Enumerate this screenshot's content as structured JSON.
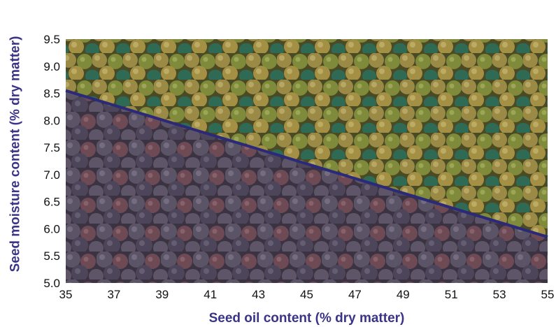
{
  "chart_data": {
    "type": "line",
    "title": "",
    "xlabel": "Seed oil content (% dry matter)",
    "ylabel": "Seed moisture content (% dry matter)",
    "xlim": [
      35,
      55
    ],
    "ylim": [
      5.0,
      9.5
    ],
    "x_ticks": [
      "35",
      "37",
      "39",
      "41",
      "43",
      "45",
      "47",
      "49",
      "51",
      "53",
      "55"
    ],
    "y_ticks": [
      "5.0",
      "5.5",
      "6.0",
      "6.5",
      "7.0",
      "7.5",
      "8.0",
      "8.5",
      "9.0",
      "9.5"
    ],
    "grid": false,
    "legend": "none",
    "background": "photograph of oilseeds: dark purple seeds below the line, green and olive seeds above it",
    "series": [
      {
        "x": [
          35,
          55
        ],
        "y": [
          8.55,
          5.85
        ]
      }
    ],
    "colors": {
      "line": "#2b2a7a",
      "axis_title": "#3a3387",
      "tick_label": "#111111"
    }
  }
}
